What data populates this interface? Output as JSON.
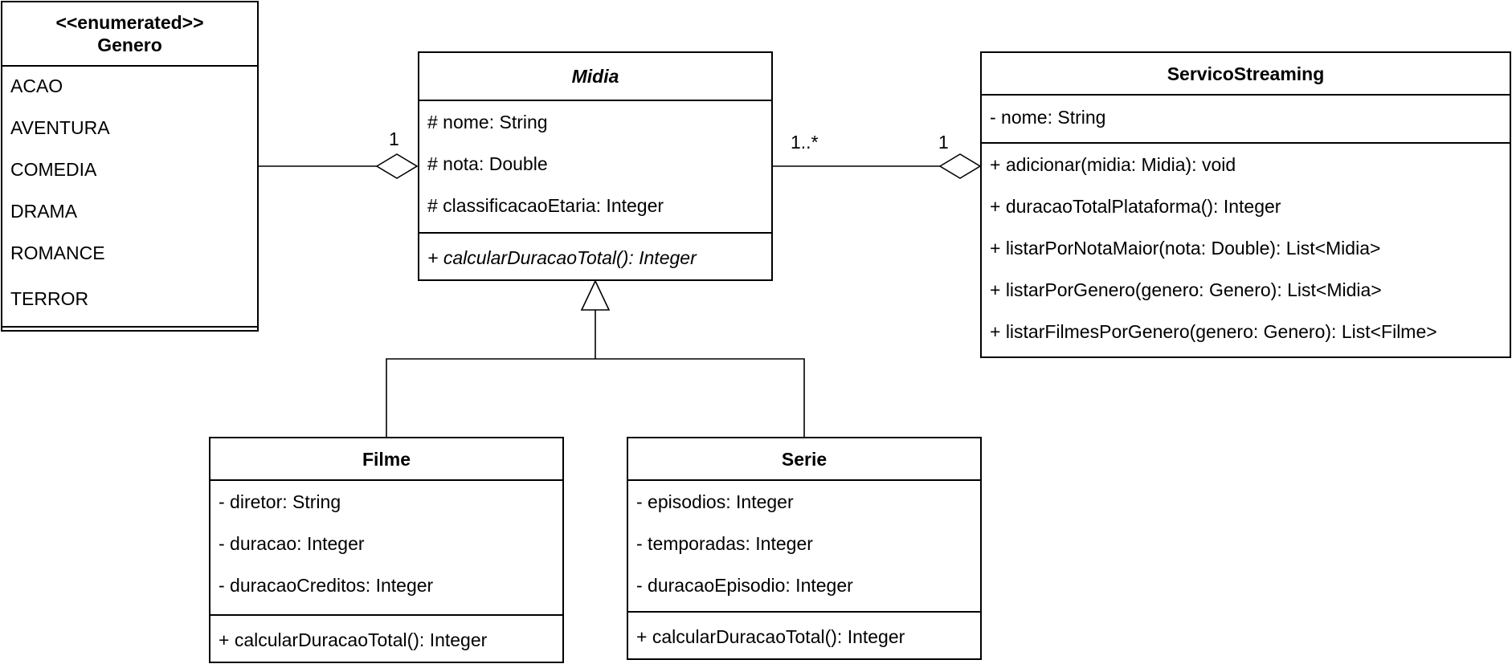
{
  "diagram": {
    "genero": {
      "stereotype": "<<enumerated>>",
      "name": "Genero",
      "values": [
        "ACAO",
        "AVENTURA",
        "COMEDIA",
        "DRAMA",
        "ROMANCE",
        "TERROR"
      ]
    },
    "midia": {
      "name": "Midia",
      "attributes": [
        "# nome: String",
        "# nota: Double",
        "# classificacaoEtaria: Integer"
      ],
      "methods": [
        "+ calcularDuracaoTotal(): Integer"
      ]
    },
    "servico": {
      "name": "ServicoStreaming",
      "attributes": [
        "- nome: String"
      ],
      "methods": [
        "+ adicionar(midia: Midia): void",
        "+ duracaoTotalPlataforma(): Integer",
        "+ listarPorNotaMaior(nota: Double): List<Midia>",
        "+ listarPorGenero(genero: Genero): List<Midia>",
        "+ listarFilmesPorGenero(genero: Genero): List<Filme>"
      ]
    },
    "filme": {
      "name": "Filme",
      "attributes": [
        "- diretor: String",
        "- duracao: Integer",
        "- duracaoCreditos: Integer"
      ],
      "methods": [
        "+ calcularDuracaoTotal(): Integer"
      ]
    },
    "serie": {
      "name": "Serie",
      "attributes": [
        "- episodios: Integer",
        "- temporadas: Integer",
        "- duracaoEpisodio: Integer"
      ],
      "methods": [
        "+ calcularDuracaoTotal(): Integer"
      ]
    },
    "multiplicities": {
      "genero_midia": "1",
      "midia_servico_near_midia": "1..*",
      "midia_servico_near_servico": "1"
    }
  }
}
